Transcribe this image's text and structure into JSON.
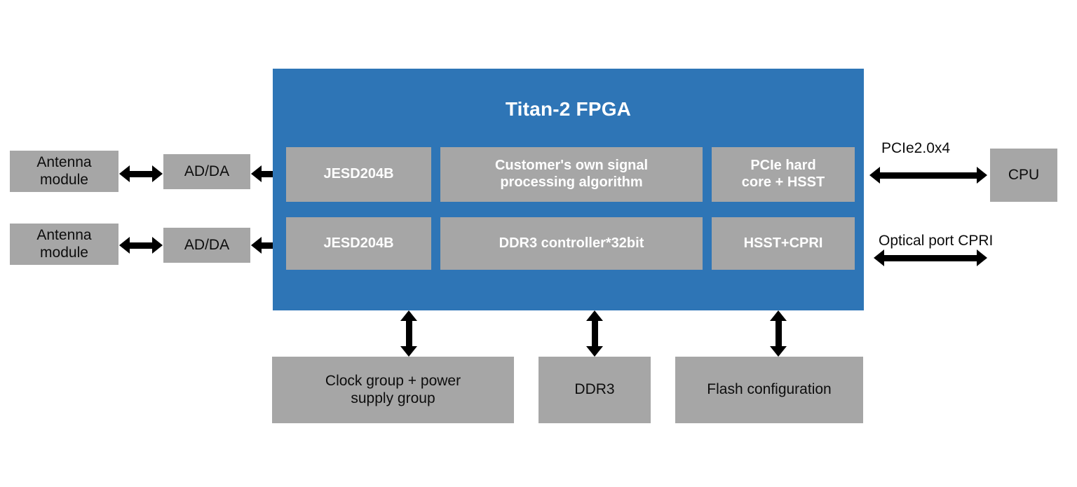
{
  "diagram": {
    "title": "Titan-2 FPGA",
    "colors": {
      "fpga_block": "#2e75b6",
      "module_grey": "#a6a6a6",
      "arrow": "#000000",
      "inner_text": "#ffffff",
      "outer_text": "#0d0d0d",
      "background": "#ffffff"
    },
    "fpga": {
      "label": "Titan-2 FPGA",
      "inner_blocks": [
        {
          "id": "jesd204b-top",
          "label": "JESD204B"
        },
        {
          "id": "customer-algorithm",
          "label_line1": "Customer's own signal",
          "label_line2": "processing algorithm"
        },
        {
          "id": "pcie-hard-core",
          "label_line1": "PCIe hard",
          "label_line2": "core + HSST"
        },
        {
          "id": "jesd204b-bottom",
          "label": "JESD204B"
        },
        {
          "id": "ddr3-controller",
          "label": "DDR3 controller*32bit"
        },
        {
          "id": "hsst-cpri",
          "label": "HSST+CPRI"
        }
      ]
    },
    "left_chain": [
      {
        "id": "antenna-module-1",
        "label_line1": "Antenna",
        "label_line2": "module"
      },
      {
        "id": "adda-1",
        "label": "AD/DA"
      },
      {
        "id": "antenna-module-2",
        "label_line1": "Antenna",
        "label_line2": "module"
      },
      {
        "id": "adda-2",
        "label": "AD/DA"
      }
    ],
    "right_side": {
      "pcie_link_label": "PCIe2.0x4",
      "cpu_label": "CPU",
      "optical_link_label": "Optical port CPRI"
    },
    "bottom_modules": [
      {
        "id": "clock-power",
        "label_line1": "Clock group + power",
        "label_line2": "supply group"
      },
      {
        "id": "ddr3",
        "label": "DDR3"
      },
      {
        "id": "flash-config",
        "label": "Flash configuration"
      }
    ]
  }
}
